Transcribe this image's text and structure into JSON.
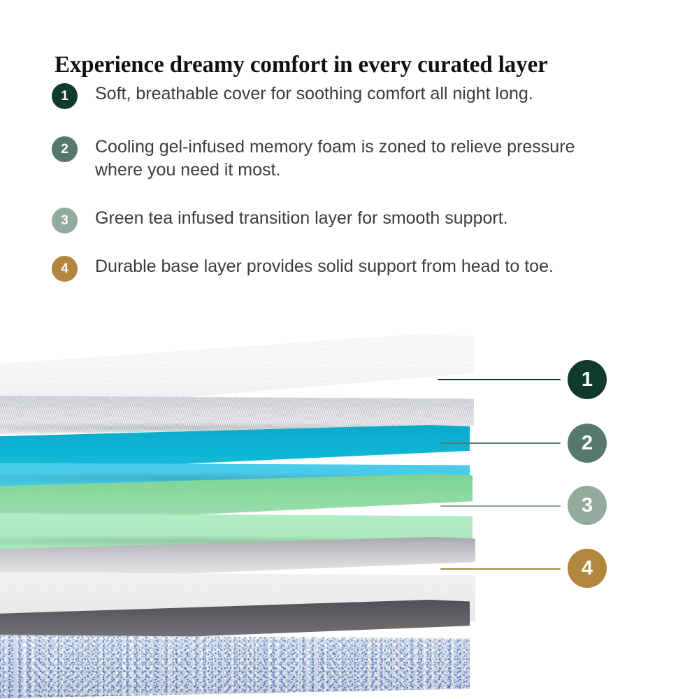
{
  "page": {
    "background": "#ffffff",
    "title": "Experience dreamy comfort in every curated layer"
  },
  "benefits": [
    {
      "number": "1",
      "text": "Soft, breathable cover for soothing comfort all night long.",
      "color": "#103a2d"
    },
    {
      "number": "2",
      "text": "Cooling gel-infused memory foam is zoned to relieve pressure where you need it most.",
      "color": "#55796a"
    },
    {
      "number": "3",
      "text": "Green tea infused transition layer for smooth support.",
      "color": "#92ab9c"
    },
    {
      "number": "4",
      "text": "Durable base layer provides solid support from head to toe.",
      "color": "#b2863f"
    }
  ],
  "illustration": {
    "callouts": [
      {
        "number": "1",
        "badge_color": "#103a2d",
        "line_color": "#10312a"
      },
      {
        "number": "2",
        "badge_color": "#55796a",
        "line_color": "#55796a"
      },
      {
        "number": "3",
        "badge_color": "#92ab9c",
        "line_color": "#8aa396"
      },
      {
        "number": "4",
        "badge_color": "#b2863f",
        "line_color": "#b2863f"
      }
    ],
    "layers": [
      {
        "name": "cover",
        "color": "#f4f5f6"
      },
      {
        "name": "cooling-gel-foam",
        "color": "#35c2e3"
      },
      {
        "name": "green-tea-transition-foam",
        "color": "#a3e5b6"
      },
      {
        "name": "durable-base-foam",
        "color": "#eceded"
      },
      {
        "name": "speckled-base",
        "color": "#ccd5e6"
      }
    ]
  }
}
